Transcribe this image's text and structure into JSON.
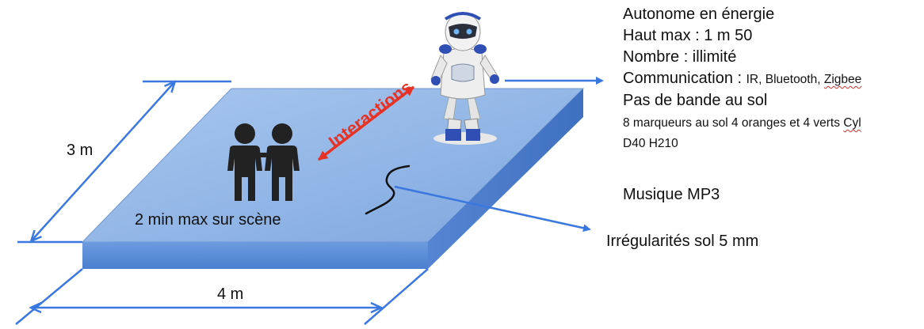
{
  "dimensions": {
    "width_label": "3 m",
    "length_label": "4 m"
  },
  "stage": {
    "note": "2 min max sur scène"
  },
  "interaction": {
    "label": "Interactions"
  },
  "robot": {
    "specs": {
      "energy": "Autonome en énergie",
      "height": "Haut max : 1 m 50",
      "count": "Nombre : illimité",
      "comm_prefix": "Communication",
      "comm_sep": " : ",
      "comm_ir_bt": "IR, Bluetooth, ",
      "comm_zigbee": "Zigbee",
      "no_line": "Pas de bande au sol",
      "markers_main": "8 marqueurs au sol 4 oranges et 4 verts ",
      "markers_cyl": "Cyl",
      "markers_dims": "D40 H210"
    }
  },
  "music": {
    "label": "Musique MP3"
  },
  "floor": {
    "irregularity_label": "Irrégularités sol 5 mm"
  },
  "colors": {
    "stage_top": "#8fb6e6",
    "stage_front": "#5b8fd6",
    "arrow_blue": "#3a78e0",
    "interaction_red": "#e63325"
  }
}
